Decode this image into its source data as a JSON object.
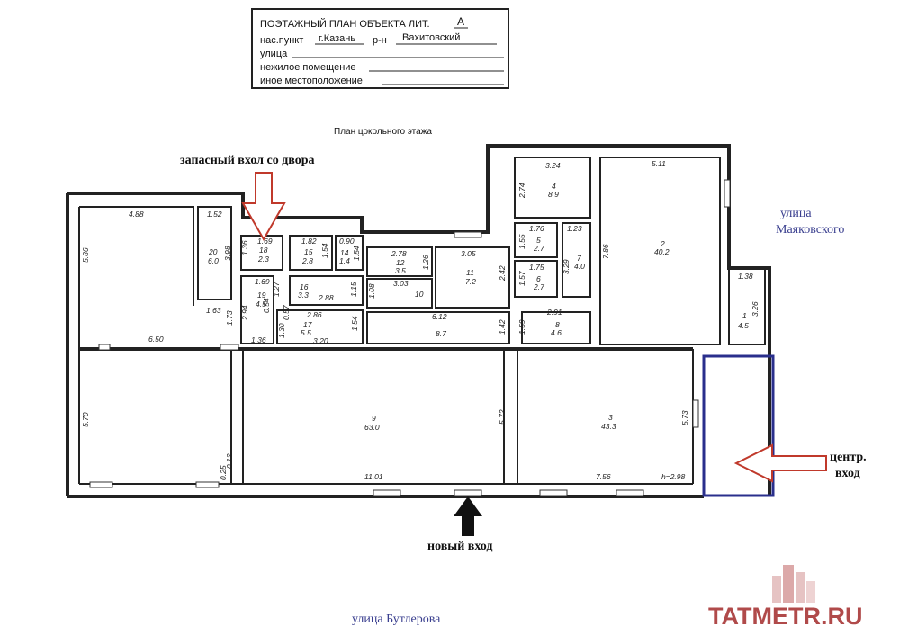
{
  "header": {
    "title": "ПОЭТАЖНЫЙ ПЛАН ОБЪЕКТА ЛИТ.",
    "lit": "А",
    "settlement_label": "нас.пункт",
    "settlement_value": "г.Казань",
    "district_label": "р-н",
    "district_value": "Вахитовский",
    "street_label": "улица",
    "premises_label": "нежилое помещение",
    "location_label": "иное местоположение"
  },
  "plan": {
    "title": "План  цокольного этажа"
  },
  "annotations": {
    "spare_entrance": "запасный вхол со двора",
    "street_mayakovsky_1": "улица",
    "street_mayakovsky_2": "Маяковского",
    "center_entrance_1": "центр.",
    "center_entrance_2": "вход",
    "new_entrance": "новый вход",
    "street_butlerova": "улица Бутлерова",
    "logo": "TATMETR.RU"
  },
  "colors": {
    "red_arrow": "#c0392b",
    "blue_frame": "#2a2f8c",
    "street_text": "#3a3f8f",
    "logo": "#b04a4a"
  },
  "dimensions": {
    "d488": "4.88",
    "d152": "1.52",
    "d586": "5.86",
    "d398": "3.98",
    "d20": "20",
    "d60": "6.0",
    "d163": "1.63",
    "d173": "1.73",
    "d650": "6.50",
    "d136a": "1.36",
    "d169a": "1.69",
    "d18": "18",
    "d23": "2.3",
    "d182": "1.82",
    "d15": "15",
    "d28": "2.8",
    "d154a": "1.54",
    "d090": "0.90",
    "d14": "14",
    "d14b": "1.4",
    "d154b": "1.54",
    "d278": "2.78",
    "d12": "12",
    "d35": "3.5",
    "d126": "1.26",
    "d305": "3.05",
    "d11": "11",
    "d72": "7.2",
    "d242": "2.42",
    "d169b": "1.69",
    "d294": "2.94",
    "d19": "19",
    "d45": "4.5",
    "d054": "0.54",
    "d127": "1.27",
    "d16": "16",
    "d33": "3.3",
    "d288": "2.88",
    "d115": "1.15",
    "d108": "1.08",
    "d303": "3.03",
    "d10": "10",
    "d057": "0.57",
    "d286": "2.86",
    "d17": "17",
    "d55": "5.5",
    "d130": "1.30",
    "d320": "3.20",
    "d154c": "1.54",
    "d136b": "1.36",
    "d612": "6.12",
    "d142": "1.42",
    "d87": "8.7",
    "d159": "1.59",
    "d324": "3.24",
    "d274": "2.74",
    "d4": "4",
    "d89": "8.9",
    "d176": "1.76",
    "d155": "1.55",
    "d5": "5",
    "d27a": "2.7",
    "d123": "1.23",
    "d329": "3.29",
    "d7": "7",
    "d40": "4.0",
    "d175": "1.75",
    "d157": "1.57",
    "d6": "6",
    "d27b": "2.7",
    "d291": "2.91",
    "d8": "8",
    "d46": "4.6",
    "d511": "5.11",
    "d786": "7.86",
    "d2": "2",
    "d402": "40.2",
    "d138": "1.38",
    "d326": "3.26",
    "d1": "1",
    "d45b": "4.5",
    "d570": "5.70",
    "d012": "0.12",
    "d025": "0.25",
    "d9": "9",
    "d630": "63.0",
    "d572": "5.72",
    "d1101": "11.01",
    "d3": "3",
    "d433": "43.3",
    "d573": "5.73",
    "d756": "7.56",
    "h298": "h=2.98"
  }
}
